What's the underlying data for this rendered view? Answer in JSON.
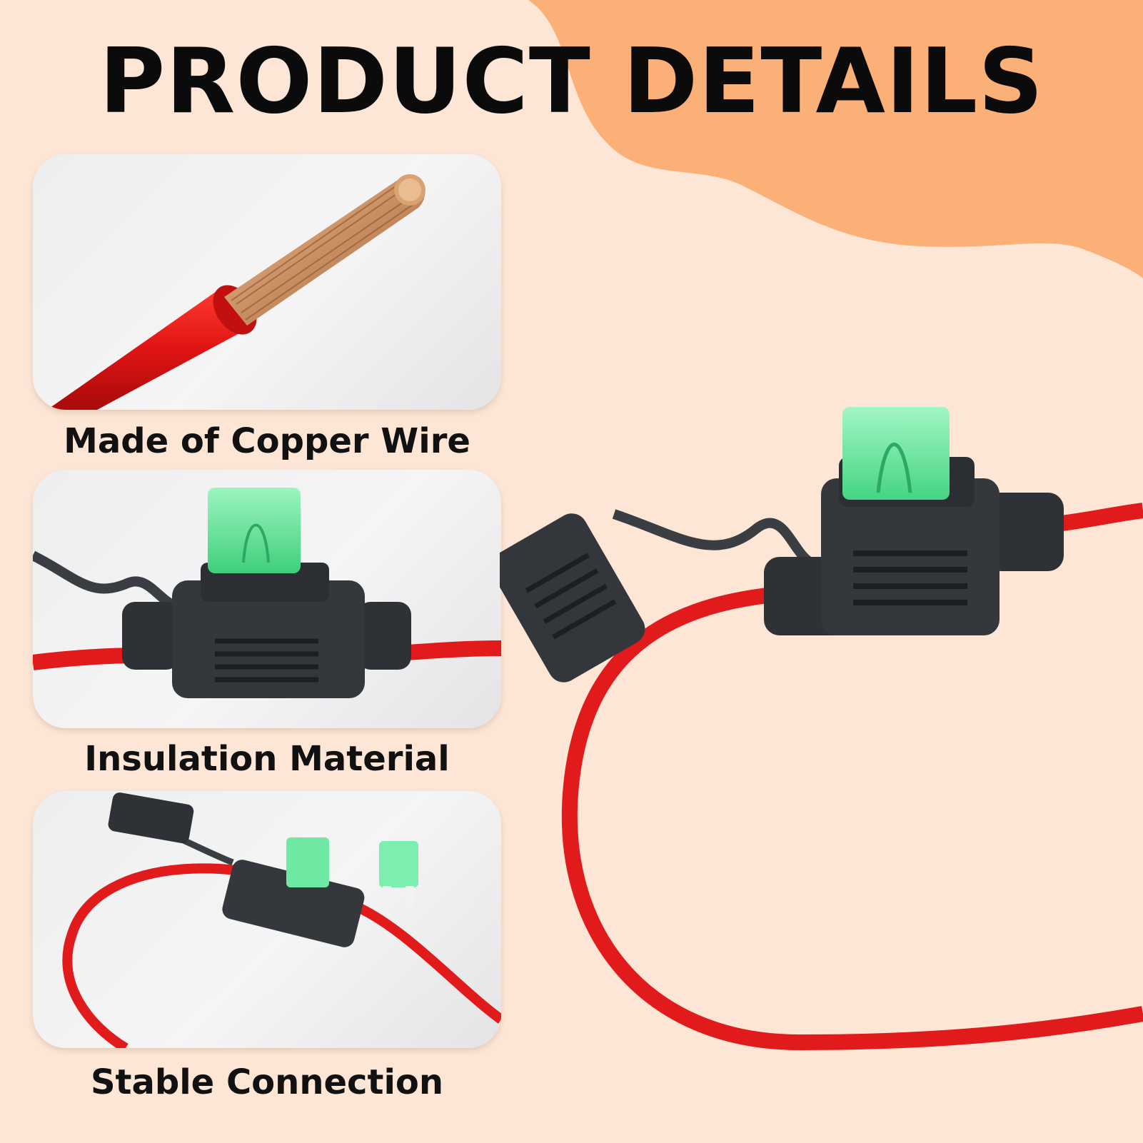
{
  "heading": "PRODUCT DETAILS",
  "features": [
    {
      "caption": "Made of Copper Wire",
      "image": "copper-wire-closeup"
    },
    {
      "caption": "Insulation Material",
      "image": "fuse-holder-closeup"
    },
    {
      "caption": "Stable Connection",
      "image": "fuse-holder-with-spare-fuse"
    }
  ],
  "colors": {
    "background": "#fde6d6",
    "accent_blob": "#fbb078",
    "wire_red": "#e11b1b",
    "fuse_green": "#5fe89a",
    "holder_black": "#2e3236"
  }
}
